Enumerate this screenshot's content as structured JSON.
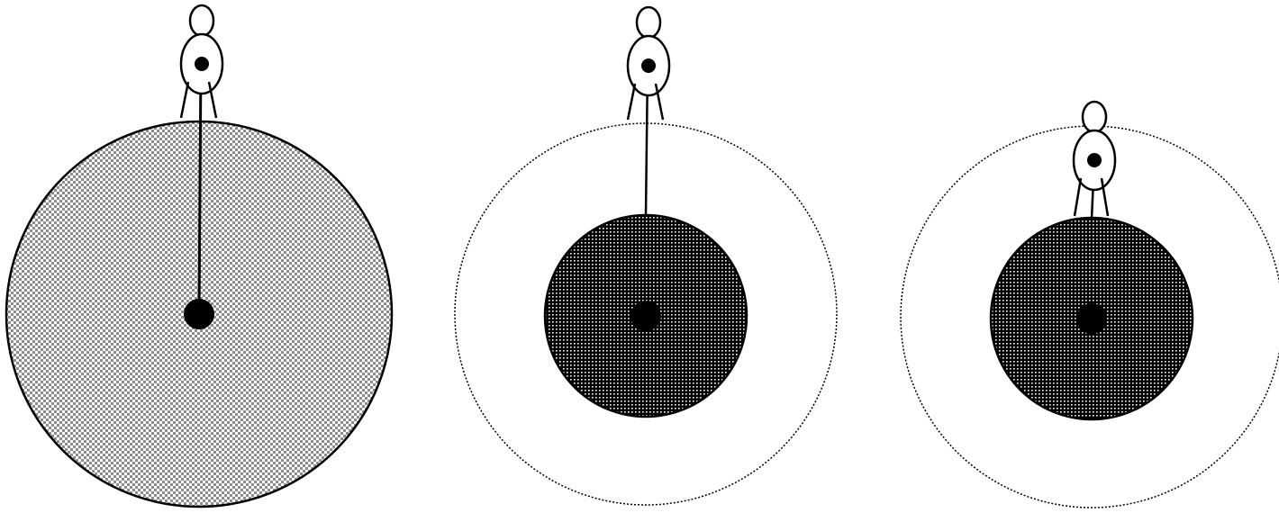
{
  "colors": {
    "background": "#ffffff",
    "ink": "#000000",
    "light_checker": "#9a9a9a",
    "dark_checker": "#000000"
  },
  "panels": [
    {
      "id": "panel-1",
      "fill_pattern": "fine-checker",
      "outer_ring": "none",
      "figure_position": "above-rim",
      "line": "figure-to-center"
    },
    {
      "id": "panel-2",
      "fill_pattern": "dense-dots",
      "outer_ring": "dotted",
      "figure_position": "above-outer-ring",
      "line": "figure-to-inner-disk"
    },
    {
      "id": "panel-3",
      "fill_pattern": "dense-dots",
      "outer_ring": "dotted",
      "figure_position": "on-inner-disk",
      "line": "figure-to-inner-disk"
    }
  ]
}
